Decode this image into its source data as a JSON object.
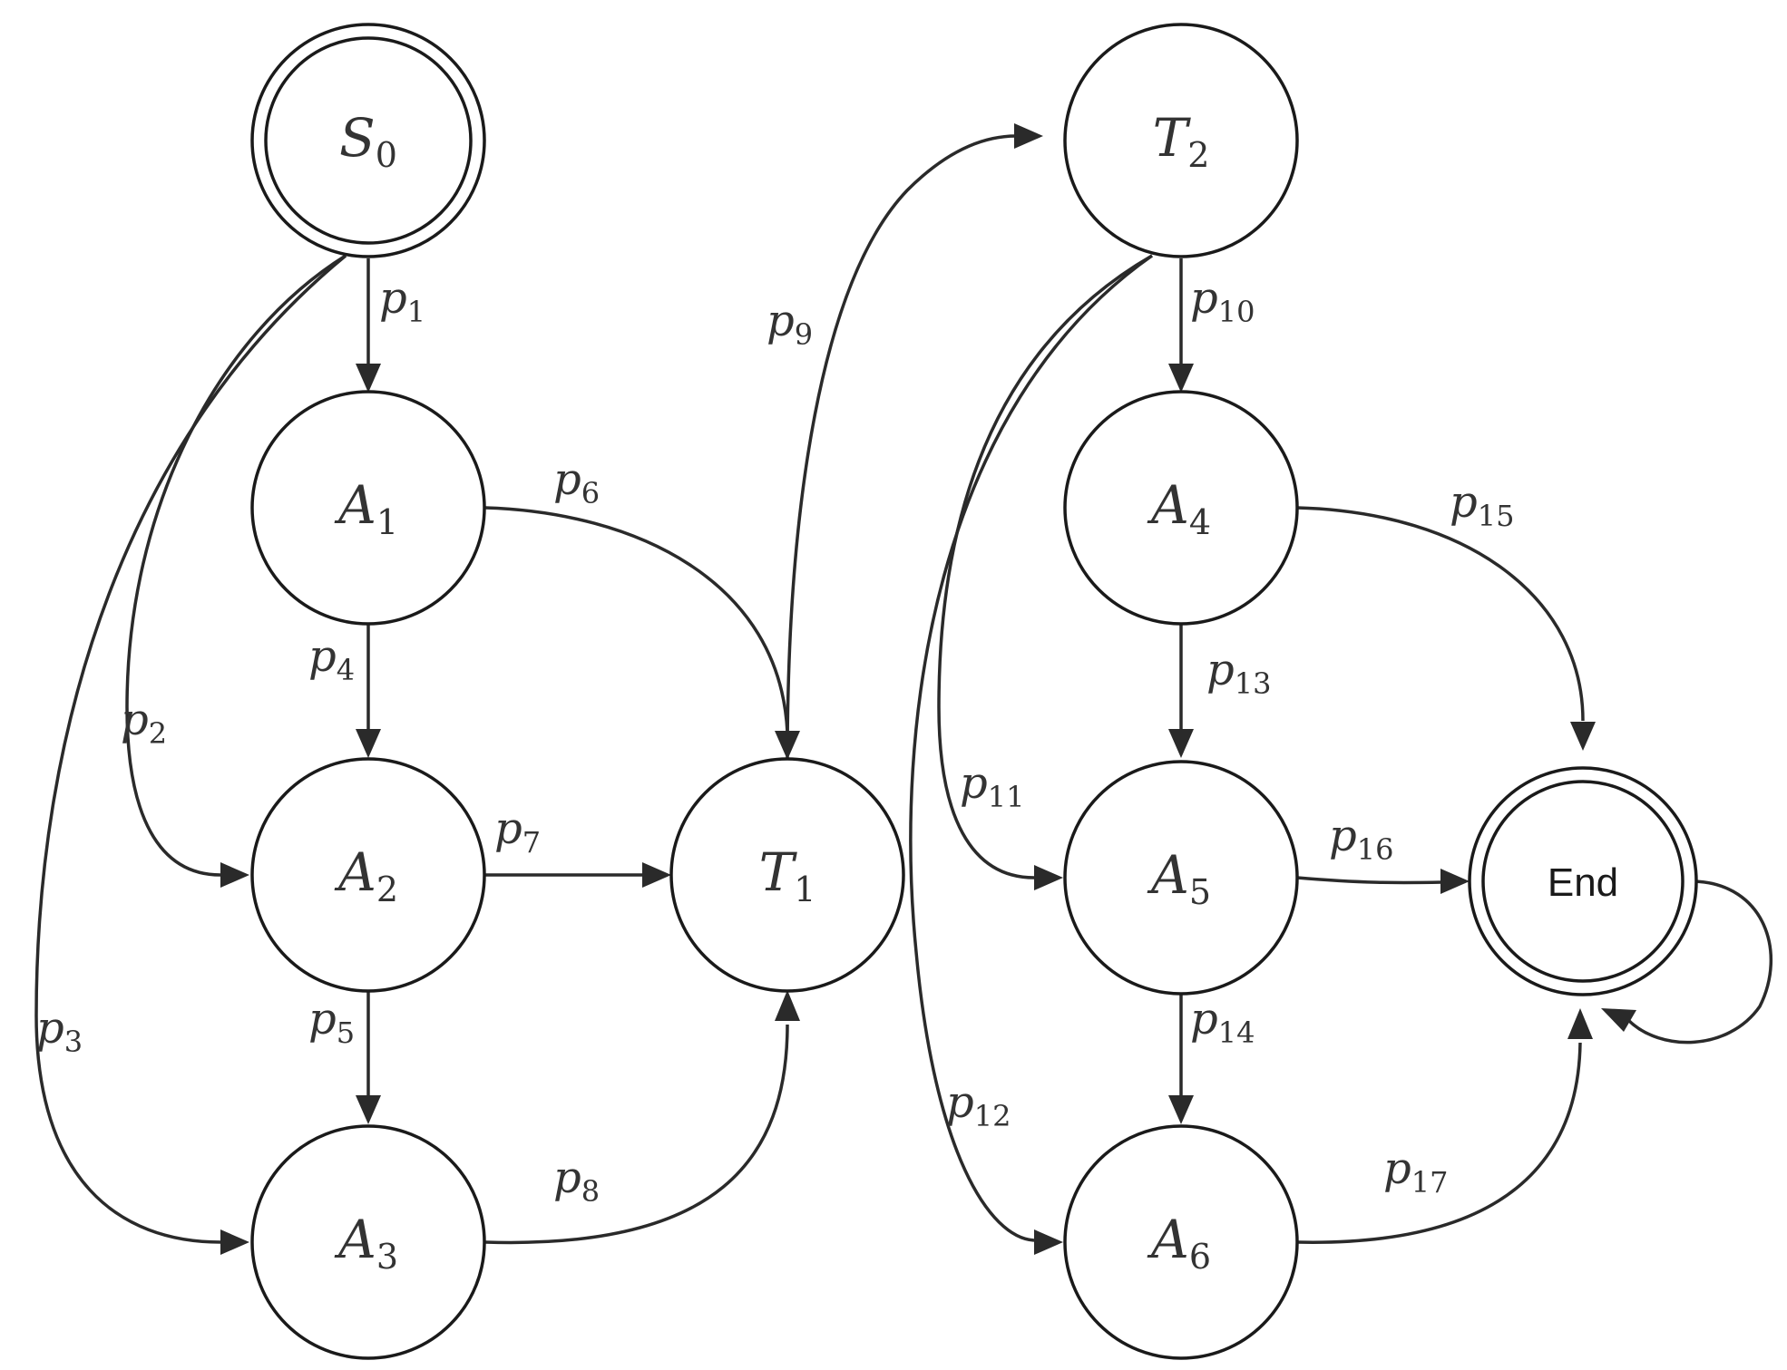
{
  "nodes": [
    {
      "id": "S0",
      "main": "S",
      "sub": "0",
      "double": true
    },
    {
      "id": "A1",
      "main": "A",
      "sub": "1",
      "double": false
    },
    {
      "id": "A2",
      "main": "A",
      "sub": "2",
      "double": false
    },
    {
      "id": "A3",
      "main": "A",
      "sub": "3",
      "double": false
    },
    {
      "id": "T1",
      "main": "T",
      "sub": "1",
      "double": false
    },
    {
      "id": "T2",
      "main": "T",
      "sub": "2",
      "double": false
    },
    {
      "id": "A4",
      "main": "A",
      "sub": "4",
      "double": false
    },
    {
      "id": "A5",
      "main": "A",
      "sub": "5",
      "double": false
    },
    {
      "id": "A6",
      "main": "A",
      "sub": "6",
      "double": false
    },
    {
      "id": "End",
      "main": "End",
      "sub": "",
      "double": true,
      "plain": true
    }
  ],
  "edges": [
    {
      "id": "e1",
      "from": "S0",
      "to": "A1",
      "main": "p",
      "sub": "1"
    },
    {
      "id": "e2",
      "from": "S0",
      "to": "A2",
      "main": "p",
      "sub": "2"
    },
    {
      "id": "e3",
      "from": "S0",
      "to": "A3",
      "main": "p",
      "sub": "3"
    },
    {
      "id": "e4",
      "from": "A1",
      "to": "A2",
      "main": "p",
      "sub": "4"
    },
    {
      "id": "e5",
      "from": "A2",
      "to": "A3",
      "main": "p",
      "sub": "5"
    },
    {
      "id": "e6",
      "from": "A1",
      "to": "T1",
      "main": "p",
      "sub": "6"
    },
    {
      "id": "e7",
      "from": "A2",
      "to": "T1",
      "main": "p",
      "sub": "7"
    },
    {
      "id": "e8",
      "from": "A3",
      "to": "T1",
      "main": "p",
      "sub": "8"
    },
    {
      "id": "e9",
      "from": "T1",
      "to": "T2",
      "main": "p",
      "sub": "9"
    },
    {
      "id": "e10",
      "from": "T2",
      "to": "A4",
      "main": "p",
      "sub": "10"
    },
    {
      "id": "e11",
      "from": "T2",
      "to": "A5",
      "main": "p",
      "sub": "11"
    },
    {
      "id": "e12",
      "from": "T2",
      "to": "A6",
      "main": "p",
      "sub": "12"
    },
    {
      "id": "e13",
      "from": "A4",
      "to": "A5",
      "main": "p",
      "sub": "13"
    },
    {
      "id": "e14",
      "from": "A5",
      "to": "A6",
      "main": "p",
      "sub": "14"
    },
    {
      "id": "e15",
      "from": "A4",
      "to": "End",
      "main": "p",
      "sub": "15"
    },
    {
      "id": "e16",
      "from": "A5",
      "to": "End",
      "main": "p",
      "sub": "16"
    },
    {
      "id": "e17",
      "from": "A6",
      "to": "End",
      "main": "p",
      "sub": "17"
    },
    {
      "id": "e18",
      "from": "End",
      "to": "End",
      "main": "",
      "sub": ""
    }
  ]
}
